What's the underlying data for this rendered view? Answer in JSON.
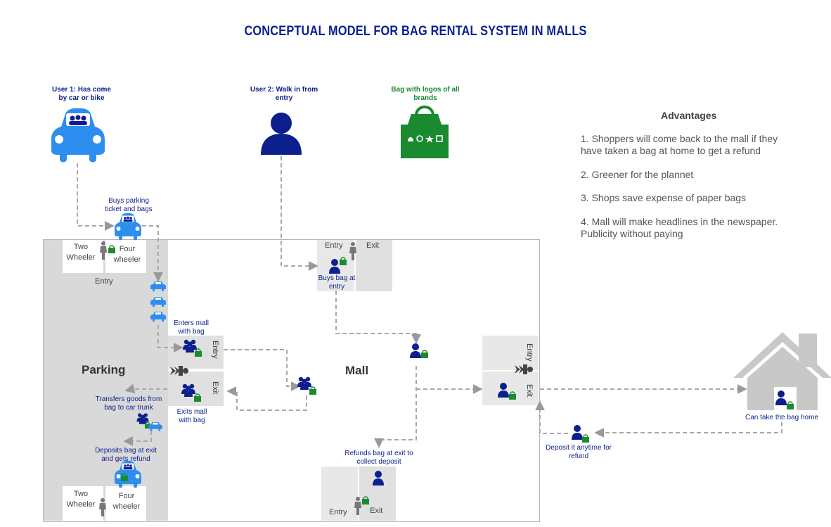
{
  "title": "CONCEPTUAL MODEL FOR BAG RENTAL SYSTEM IN MALLS",
  "users": {
    "user1": "User 1: Has come by car or bike",
    "user2": "User 2: Walk in from entry",
    "bag": "Bag with logos of all brands"
  },
  "advantages": {
    "heading": "Advantages",
    "items": [
      "1. Shoppers will come back to the mall if they have taken a bag at home to get a refund",
      "2. Greener for the plannet",
      "3. Shops save expense of paper bags",
      "4. Mall will make headlines in the newspaper. Publicity without paying"
    ]
  },
  "parking": {
    "label": "Parking",
    "entry": "Entry",
    "two_wheeler": "Two Wheeler",
    "four_wheeler": "Four wheeler"
  },
  "mall": {
    "label": "Mall",
    "entry": "Entry",
    "exit": "Exit"
  },
  "steps": {
    "buys_parking": "Buys parking ticket and bags",
    "enters_mall": "Enters mall with bag",
    "exits_mall": "Exits mall with bag",
    "transfers": "Transfers goods from bag to car trunk",
    "deposits": "Deposits bag at exit and gets refund",
    "buys_bag": "Buys bag at entry",
    "refunds": "Refunds bag at exit to collect deposit",
    "deposit_anytime": "Deposit it anytime for refund",
    "take_home": "Can take the bag home"
  },
  "colors": {
    "navy": "#0b1f8f",
    "car_blue": "#2d8ef0",
    "green": "#1a8a2e",
    "gray": "#d9d9d9"
  }
}
